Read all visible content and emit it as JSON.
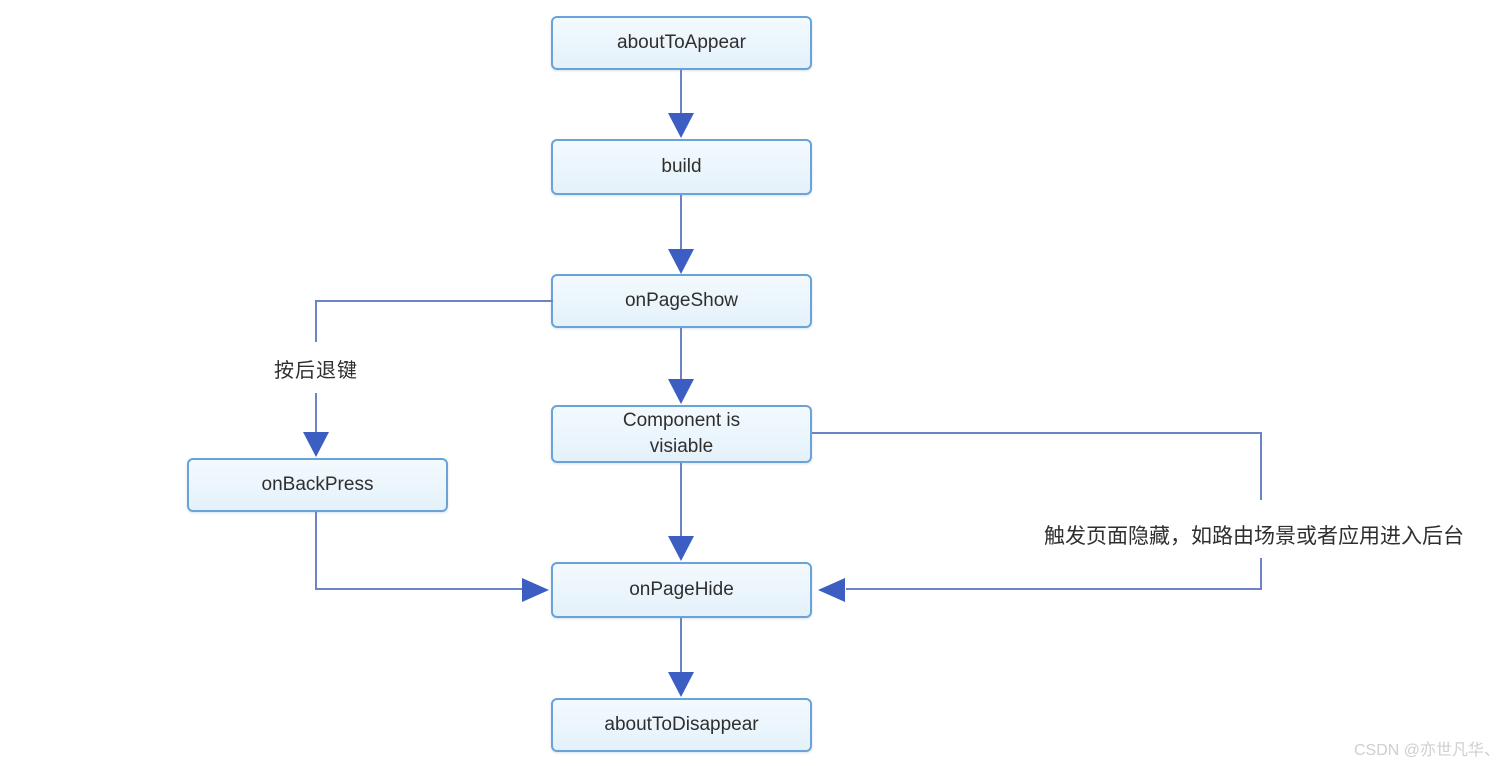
{
  "diagram": {
    "title_hint": "page lifecycle flowchart",
    "nodes": {
      "aboutToAppear": {
        "label": "aboutToAppear"
      },
      "build": {
        "label": "build"
      },
      "onPageShow": {
        "label": "onPageShow"
      },
      "componentVisible": {
        "label": "Component is\nvisiable"
      },
      "onBackPress": {
        "label": "onBackPress"
      },
      "onPageHide": {
        "label": "onPageHide"
      },
      "aboutToDisappear": {
        "label": "aboutToDisappear"
      }
    },
    "edge_labels": {
      "back_key": "按后退键",
      "hide_trigger": "触发页面隐藏，如路由场景或者应用进入后台"
    },
    "colors": {
      "node_fill": "#e9f4fc",
      "node_border": "#6aa3d8",
      "line": "#6b84c4",
      "arrowhead": "#3c5ec2",
      "text": "#2f2f2f"
    }
  },
  "watermark": {
    "text": "CSDN @亦世凡华、"
  }
}
